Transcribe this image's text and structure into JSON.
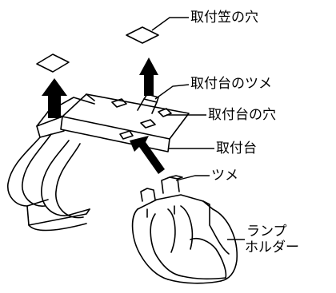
{
  "labels": {
    "shade_hole": "取付笠の穴",
    "mount_tab": "取付台のツメ",
    "mount_hole": "取付台の穴",
    "mount": "取付台",
    "tab": "ツメ",
    "holder_line1": "ランプ",
    "holder_line2": "ホルダー"
  },
  "colors": {
    "line": "#000000",
    "background": "#ffffff"
  }
}
